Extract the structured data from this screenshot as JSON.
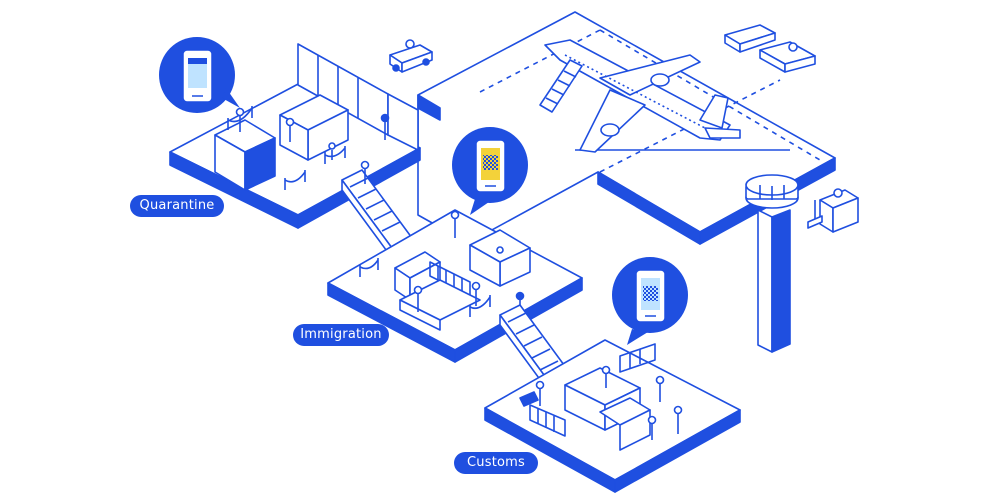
{
  "colors": {
    "accent": "#1f4fe0",
    "line": "#1f4fe0",
    "fill": "#ffffff",
    "qr_highlight": "#f3d23a",
    "qr_highlight_alt": "#bfe3ff"
  },
  "labels": {
    "quarantine": "Quarantine",
    "immigration": "Immigration",
    "customs": "Customs"
  },
  "bubbles": [
    {
      "name": "quarantine-phone-bubble",
      "content": "document-screen-icon"
    },
    {
      "name": "immigration-phone-bubble",
      "content": "qr-code-icon"
    },
    {
      "name": "customs-phone-bubble",
      "content": "qr-code-icon"
    }
  ]
}
